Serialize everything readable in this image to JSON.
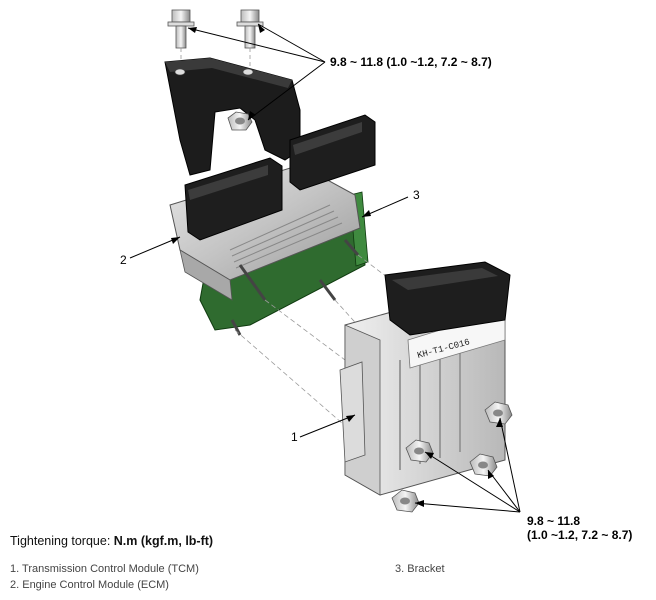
{
  "callouts": {
    "top_torque": "9.8 ~ 11.8 (1.0 ~1.2, 7.2 ~ 8.7)",
    "bottom_torque_line1": "9.8 ~ 11.8",
    "bottom_torque_line2": "(1.0 ~1.2, 7.2 ~ 8.7)",
    "part1": "1",
    "part2": "2",
    "part3": "3"
  },
  "module_label": "KH-T1-C016",
  "footer": {
    "torque_prefix": "Tightening torque: ",
    "torque_units": "N.m (kgf.m, lb-ft)"
  },
  "legend": {
    "item1": "1. Transmission Control Module (TCM)",
    "item2": "2. Engine Control Module (ECM)",
    "item3": "3. Bracket"
  }
}
